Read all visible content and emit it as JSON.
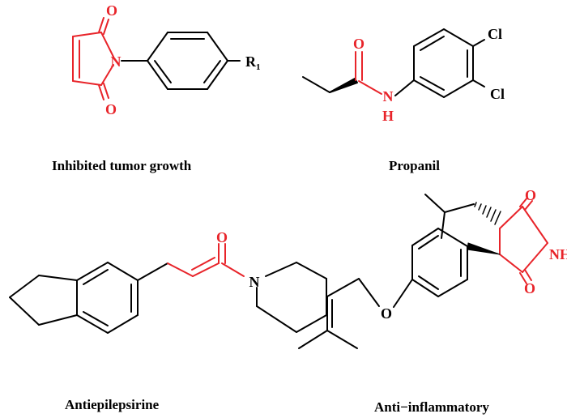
{
  "colors": {
    "highlight": "#e8242a",
    "ink": "#000000",
    "background": "#ffffff"
  },
  "panels": [
    {
      "caption": "Inhibited tumor growth",
      "atoms": {
        "o_top": "O",
        "n": "N",
        "o_bottom": "O",
        "r": "R",
        "r_sub": "1"
      }
    },
    {
      "caption": "Propanil",
      "atoms": {
        "o": "O",
        "n": "N",
        "h": "H",
        "cl_top": "Cl",
        "cl_right": "Cl"
      }
    },
    {
      "caption": "Antiepilepsirine",
      "atoms": {
        "o": "O",
        "n": "N"
      }
    },
    {
      "caption": "Anti−inflammatory",
      "atoms": {
        "o_top": "O",
        "nh": "NH",
        "o_bottom": "O",
        "o_ether": "O"
      }
    }
  ]
}
